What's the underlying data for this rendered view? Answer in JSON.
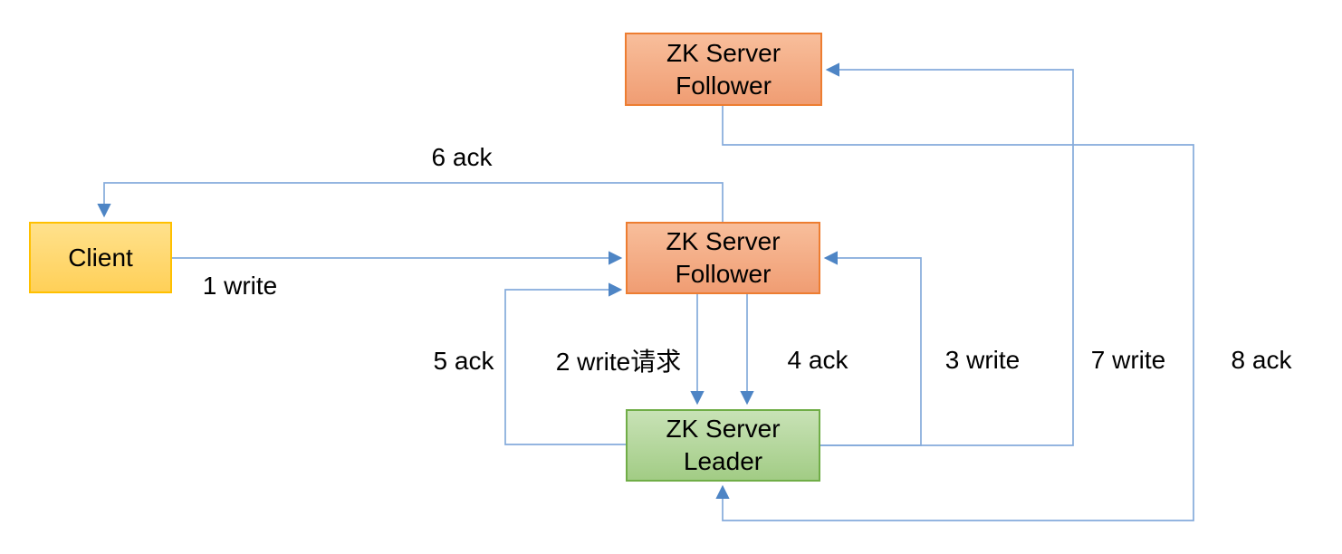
{
  "colors": {
    "line-blue": "#85ABDB",
    "arrow-blue": "#4E85C5",
    "follower-fill-top": "#F8BE9B",
    "follower-fill-bottom": "#F09D73",
    "follower-border": "#ED7D31",
    "client-fill-top": "#FFE18C",
    "client-fill-bottom": "#FFD058",
    "client-border": "#FFC000",
    "leader-fill-top": "#C8E2B6",
    "leader-fill-bottom": "#A2CC85",
    "leader-border": "#70AD47",
    "text-color": "#000000",
    "bg-color": "#FFFFFF"
  },
  "nodes": {
    "follower_top": {
      "label": "ZK Server\nFollower"
    },
    "client": {
      "label": "Client"
    },
    "follower_mid": {
      "label": "ZK Server\nFollower"
    },
    "leader": {
      "label": "ZK Server\nLeader"
    }
  },
  "edge_labels": {
    "write1": "1 write",
    "write2": "2 write请求",
    "write3": "3 write",
    "ack4": "4 ack",
    "ack5": "5 ack",
    "ack6": "6 ack",
    "write7": "7 write",
    "ack8": "8 ack"
  }
}
